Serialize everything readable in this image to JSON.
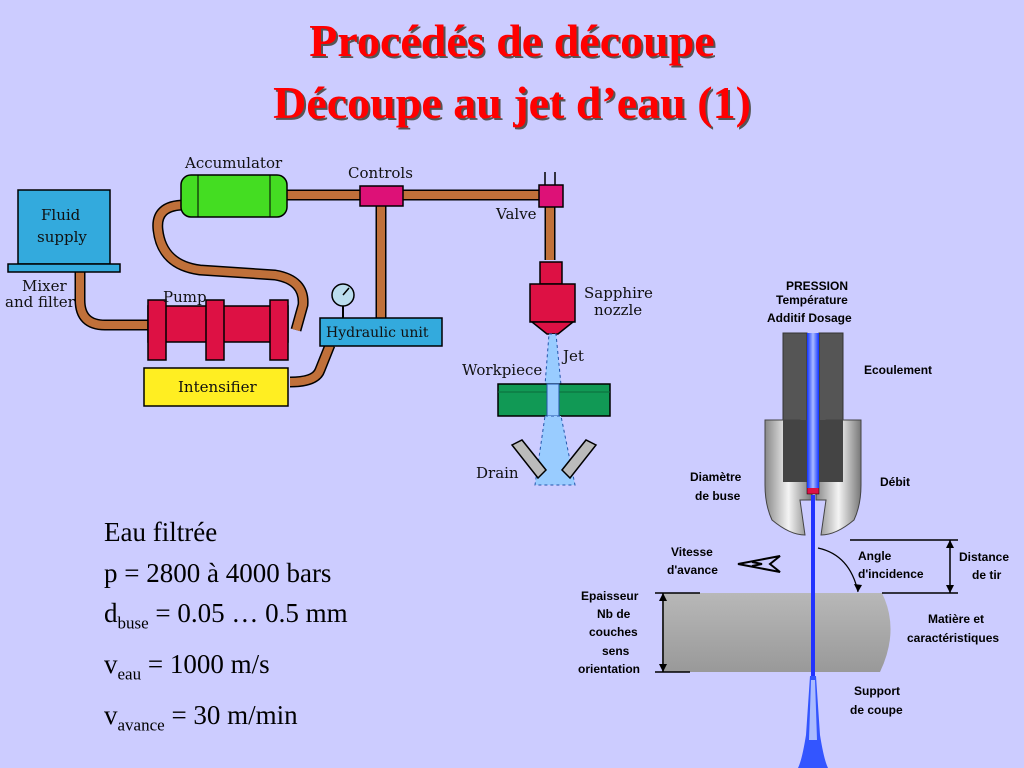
{
  "title": {
    "line1": "Procédés de découpe",
    "line2": "Découpe au jet d’eau (1)"
  },
  "system_labels": {
    "accumulator": "Accumulator",
    "controls": "Controls",
    "fluid_supply_1": "Fluid",
    "fluid_supply_2": "supply",
    "mixer_1": "Mixer",
    "mixer_2": "and filter",
    "pump": "Pump",
    "hydraulic_unit": "Hydraulic unit",
    "intensifier": "Intensifier",
    "valve": "Valve",
    "sapphire_1": "Sapphire",
    "sapphire_2": "nozzle",
    "jet": "Jet",
    "workpiece": "Workpiece",
    "drain": "Drain"
  },
  "nozzle_labels": {
    "pression": "PRESSION",
    "temperature": "Température",
    "additif": "Additif  Dosage",
    "ecoulement": "Ecoulement",
    "diametre_1": "Diamètre",
    "diametre_2": "de buse",
    "debit": "Débit",
    "vitesse_1": "Vitesse",
    "vitesse_2": "d'avance",
    "angle_1": "Angle",
    "angle_2": "d'incidence",
    "distance_1": "Distance",
    "distance_2": "de tir",
    "epaisseur": "Epaisseur",
    "nb_de": "Nb de",
    "couches": "couches",
    "sens": "sens",
    "orientation": "orientation",
    "matiere_1": "Matière et",
    "matiere_2": "caractéristiques",
    "support_1": "Support",
    "support_2": "de coupe"
  },
  "params": {
    "line1": "Eau filtrée",
    "line2": "p = 2800 à 4000 bars",
    "line3_sym": "d",
    "line3_sub": "buse",
    "line3_rest": " = 0.05 … 0.5 mm",
    "line4_sym": "v",
    "line4_sub": "eau",
    "line4_rest": " = 1000 m/s",
    "line5_sym": "v",
    "line5_sub": "avance",
    "line5_rest": " = 30 m/min"
  },
  "colors": {
    "background": "#ccccff",
    "title": "#ff0000",
    "pipe": "#c0703a",
    "fluid_tank": "#33aadd",
    "accumulator": "#44dd22",
    "pump": "#dd1144",
    "intensifier": "#ffee22",
    "hydraulic_unit": "#33aadd",
    "workpiece": "#119955",
    "jet": "#2244ff",
    "material": "#a8a8a8"
  }
}
